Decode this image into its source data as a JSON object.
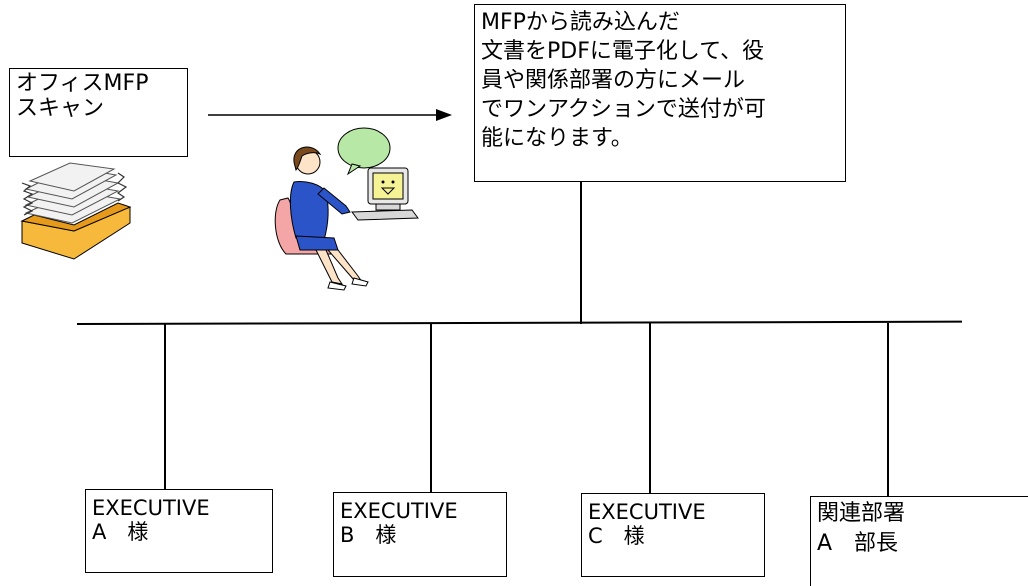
{
  "scan_box": {
    "lines": [
      "オフィスMFP",
      "スキャン"
    ]
  },
  "info_box": {
    "lines": [
      "MFPから読み込んだ",
      "文書をPDFに電子化して、役",
      "員や関係部署の方にメール",
      "でワンアクションで送付が可",
      "能になります。"
    ]
  },
  "recipients": [
    {
      "line1": "EXECUTIVE",
      "line2": "A　様"
    },
    {
      "line1": "EXECUTIVE",
      "line2": "B　様"
    },
    {
      "line1": "EXECUTIVE",
      "line2": "C　様"
    },
    {
      "line1": "関連部署",
      "line2": "A　部長"
    }
  ],
  "icons": {
    "paper_stack": "paper-stack-icon",
    "office_worker": "office-worker-at-computer-icon"
  }
}
